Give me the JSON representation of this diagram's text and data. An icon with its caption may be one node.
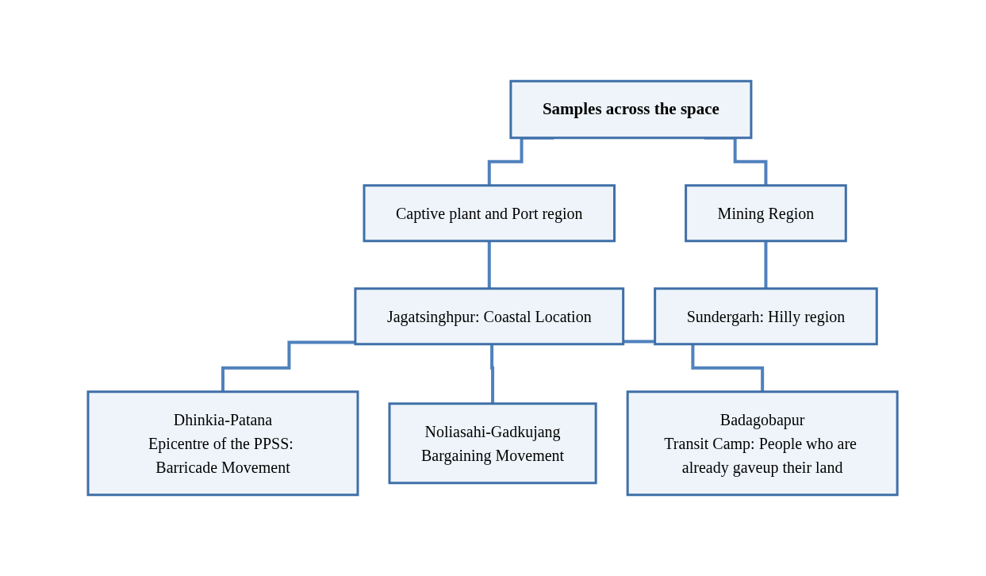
{
  "diagram": {
    "nodes": [
      {
        "text": [
          "Samples across the space"
        ]
      },
      {
        "text": [
          "Captive plant and Port region"
        ]
      },
      {
        "text": [
          "Mining Region"
        ]
      },
      {
        "text": [
          "Jagatsinghpur: Coastal Location"
        ]
      },
      {
        "text": [
          "Sundergarh: Hilly region"
        ]
      },
      {
        "text": [
          "Dhinkia-Patana",
          "Epicentre of the PPSS: Barricade Movement"
        ]
      },
      {
        "text": [
          "Noliasahi-Gadkujang",
          "Bargaining Movement"
        ]
      },
      {
        "text": [
          "Badagobapur",
          "Transit Camp: People who are already gaveup their land"
        ]
      }
    ],
    "edges": [
      {
        "from": 0,
        "to": 1,
        "arrow": "none"
      },
      {
        "from": 0,
        "to": 2,
        "arrow": "none"
      },
      {
        "from": 1,
        "to": 3,
        "arrow": "none"
      },
      {
        "from": 2,
        "to": 4,
        "arrow": "none"
      },
      {
        "from": 3,
        "to": 5,
        "arrow": "none"
      },
      {
        "from": 3,
        "to": 6,
        "arrow": "none"
      },
      {
        "from": 3,
        "to": 7,
        "arrow": "none"
      }
    ]
  }
}
